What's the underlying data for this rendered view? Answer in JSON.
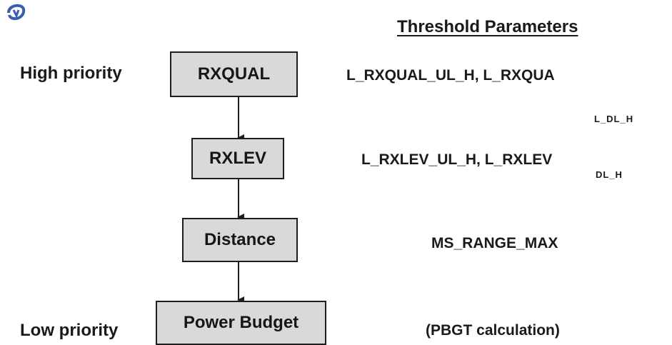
{
  "logo": {
    "icon": "swirl-logo-icon",
    "color": "#3a5fb0"
  },
  "title": "Threshold Parameters",
  "priorities": {
    "high": "High priority",
    "low": "Low priority"
  },
  "nodes": [
    {
      "label": "RXQUAL",
      "param": "L_RXQUAL_UL_H, L_RXQUA",
      "param_extra": "L_DL_H"
    },
    {
      "label": "RXLEV",
      "param": "L_RXLEV_UL_H, L_RXLEV",
      "param_extra": "DL_H"
    },
    {
      "label": "Distance",
      "param": "MS_RANGE_MAX"
    },
    {
      "label": "Power Budget",
      "param": "(PBGT calculation)"
    }
  ],
  "colors": {
    "box_fill": "#d9d9d9",
    "box_border": "#1e1e1e",
    "text": "#1a1a1a"
  }
}
